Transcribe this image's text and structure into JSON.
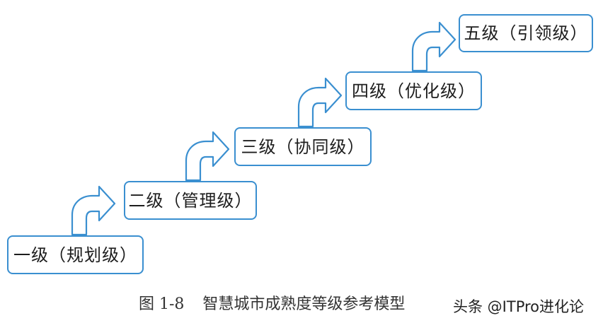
{
  "levels": [
    {
      "label": "一级（规划级）"
    },
    {
      "label": "二级（管理级）"
    },
    {
      "label": "三级（协同级）"
    },
    {
      "label": "四级（优化级）"
    },
    {
      "label": "五级（引领级）"
    }
  ],
  "caption": {
    "number": "图 1-8",
    "title": "智慧城市成熟度等级参考模型"
  },
  "watermark": "头条 @ITPro进化论",
  "colors": {
    "box_border": "#3a8fd0",
    "arrow_stroke": "#3a8fd0",
    "text": "#1d1d1d"
  },
  "icons": [
    "curved-step-arrow-icon"
  ]
}
